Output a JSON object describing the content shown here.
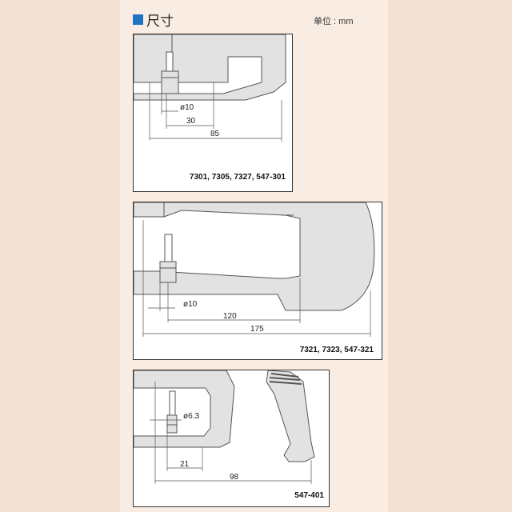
{
  "header": {
    "title": "尺寸",
    "unit": "单位 : mm"
  },
  "diagrams": [
    {
      "model": "7301, 7305, 7327, 547-301",
      "dims": {
        "d1": "ø10",
        "d2": "30",
        "d3": "85"
      }
    },
    {
      "model": "7321, 7323, 547-321",
      "dims": {
        "d1": "ø10",
        "d2": "120",
        "d3": "175"
      }
    },
    {
      "model": "547-401",
      "dims": {
        "d1": "ø6.3",
        "d2": "21",
        "d3": "98"
      }
    }
  ],
  "colors": {
    "gauge_fill": "#e2e2e2",
    "title_marker": "#1f74c4",
    "background": "#f3e1d4"
  }
}
